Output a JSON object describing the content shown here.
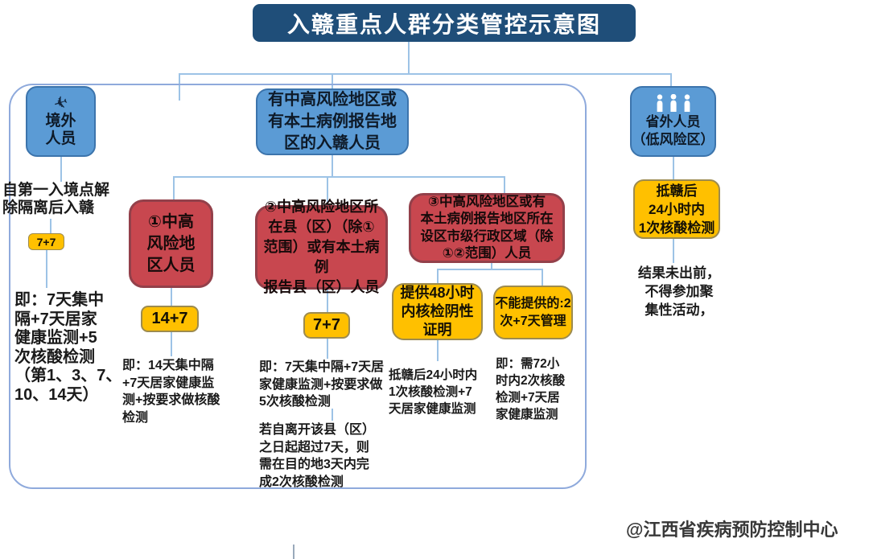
{
  "title": "入赣重点人群分类管控示意图",
  "attribution": "@江西省疾病预防控制中心",
  "colors": {
    "title_bg": "#1F4E79",
    "blue_fill": "#5B9BD5",
    "red_fill": "#C8474F",
    "yellow_fill": "#FFC000",
    "connector": "#9DC3E6",
    "frame_border": "#8FAADC"
  },
  "groups": {
    "overseas": {
      "icon": "airplane-icon",
      "label": "境外\n人员",
      "entry_note": "自第一入境点解\n除隔离后入赣",
      "badge": "7+7",
      "detail": "即：7天集中\n隔+7天居家\n健康监测+5\n次核酸检测\n（第1、3、7、\n10、14天）"
    },
    "risk_group": {
      "label": "有中高风险地区或\n有本土病例报告地\n区的入赣人员",
      "categories": [
        {
          "label": "①中高\n风险地\n区人员",
          "badge": "14+7",
          "detail": "即：14天集中隔\n+7天居家健康监\n测+按要求做核酸\n检测"
        },
        {
          "label": "②中高风险地区所\n在县（区）（除①\n范围）或有本土病例\n报告县（区）人员",
          "badge": "7+7",
          "detail": "即：7天集中隔+7天居\n家健康监测+按要求做\n5次核酸检测",
          "extra": "若自离开该县（区）\n之日起超过7天，则\n需在目的地3天内完\n成2次核酸检测"
        },
        {
          "label": "③中高风险地区或有\n本土病例报告地区所在\n设区市级行政区域（除\n①②范围）人员",
          "options": [
            {
              "badge": "提供48小时\n内核检阴性\n证明",
              "detail": "抵赣后24小时内\n1次核酸检测+7\n天居家健康监测"
            },
            {
              "badge": "不能提供的:2\n次+7天管理",
              "detail": "即：需72小\n时内2次核酸\n检测+7天居\n家健康监测"
            }
          ]
        }
      ]
    },
    "out_of_province": {
      "icon": "people-icon",
      "label": "省外人员\n（低风险区）",
      "badge": "抵赣后\n24小时内\n1次核酸检测",
      "detail": "结果未出前，\n不得参加聚\n集性活动，"
    }
  }
}
